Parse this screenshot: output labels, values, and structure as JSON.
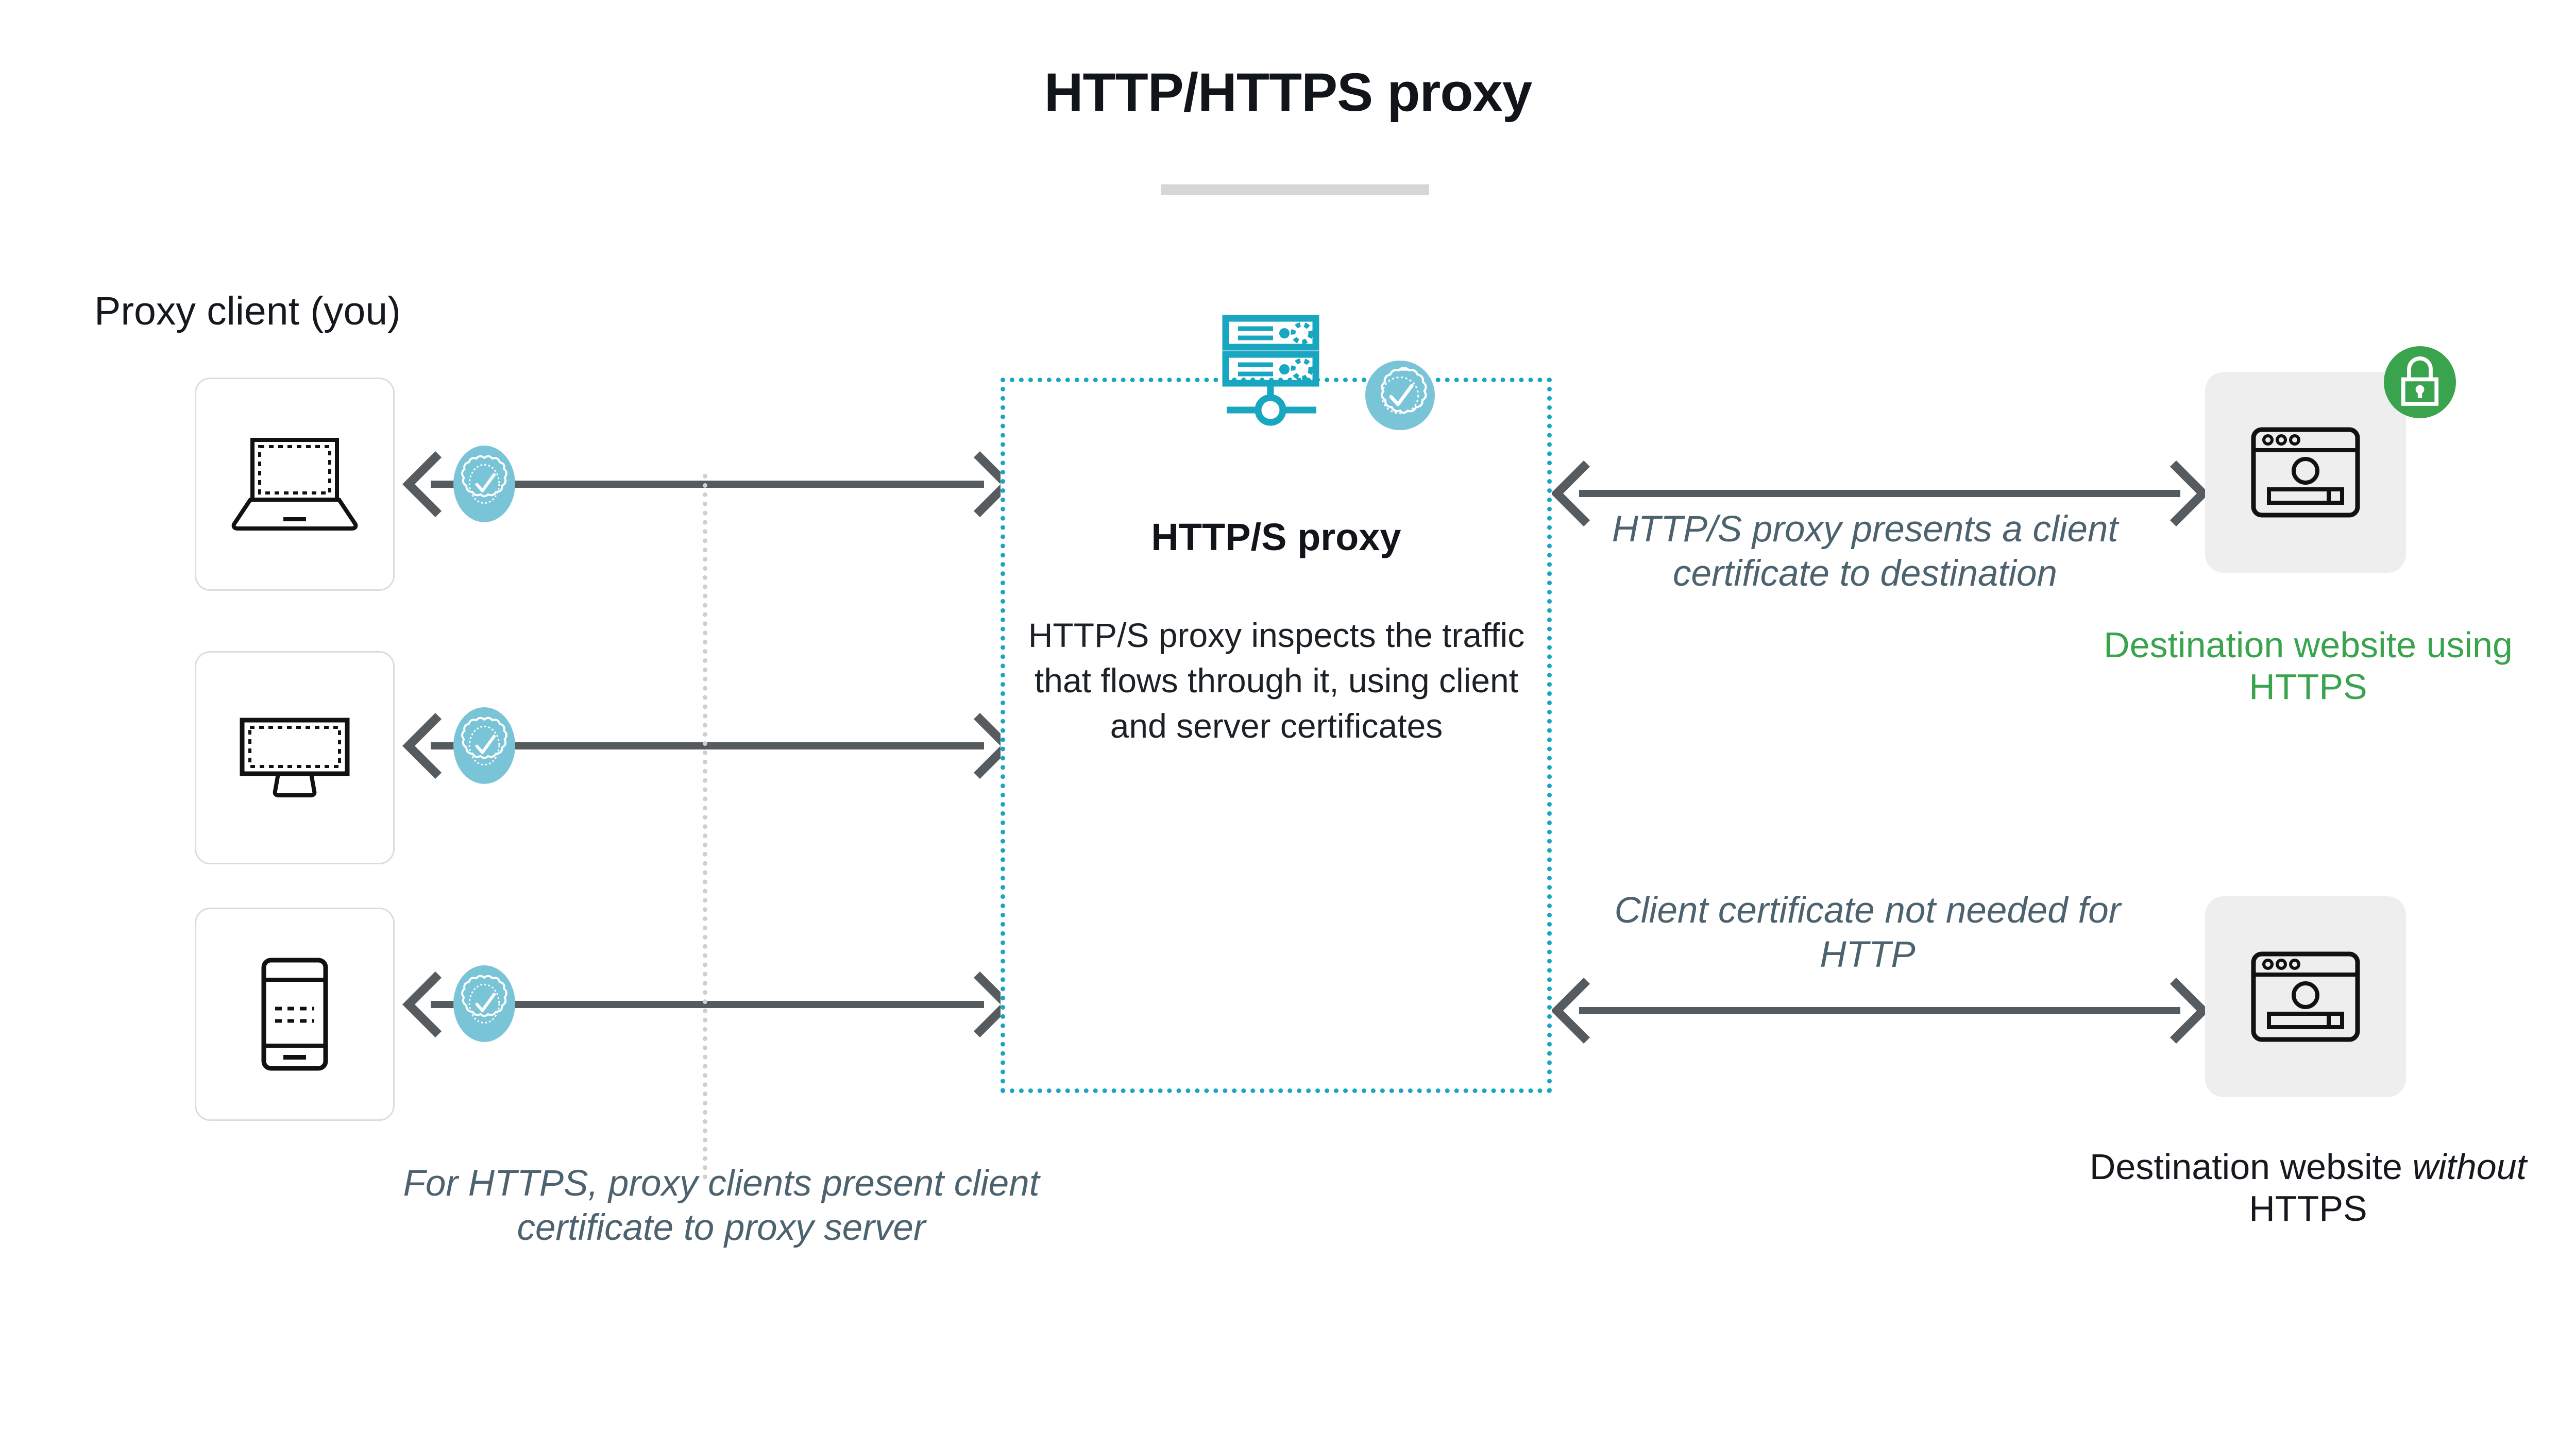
{
  "title": "HTTP/HTTPS proxy",
  "colors": {
    "teal": "#19a6c0",
    "badge_blue": "#7ac4d8",
    "green": "#3aa34d",
    "slate": "#4c626f",
    "arrow_gray": "#555b5e",
    "card_border": "#dcdcdc",
    "dest_card_bg": "#eeeeee",
    "rule_gray": "#d6d6d6",
    "text_dark": "#15191e"
  },
  "clients": {
    "label": "Proxy client (you)",
    "devices": [
      {
        "name": "laptop",
        "icon": "laptop-icon"
      },
      {
        "name": "monitor",
        "icon": "desktop-monitor-icon"
      },
      {
        "name": "phone",
        "icon": "smartphone-icon"
      }
    ],
    "badge_icon": "certificate-badge-icon"
  },
  "proxy": {
    "title": "HTTP/S proxy",
    "description": "HTTP/S proxy inspects the traffic that flows through it, using client and server certificates",
    "server_icon": "server-rack-icon",
    "badge_icon": "certificate-badge-icon"
  },
  "destinations": [
    {
      "id": "https",
      "label": "Destination website using HTTPS",
      "icon": "browser-window-icon",
      "badge_icon": "lock-icon",
      "secure": true
    },
    {
      "id": "http",
      "label_parts": [
        "Destination website ",
        "without",
        " HTTPS"
      ],
      "label": "Destination website without HTTPS",
      "icon": "browser-window-icon",
      "secure": false
    }
  ],
  "notes": {
    "client_to_proxy": "For HTTPS, proxy clients present client certificate to proxy server",
    "proxy_to_https": "HTTP/S proxy presents a client certificate to destination",
    "proxy_to_http": "Client certificate not needed for HTTP"
  }
}
